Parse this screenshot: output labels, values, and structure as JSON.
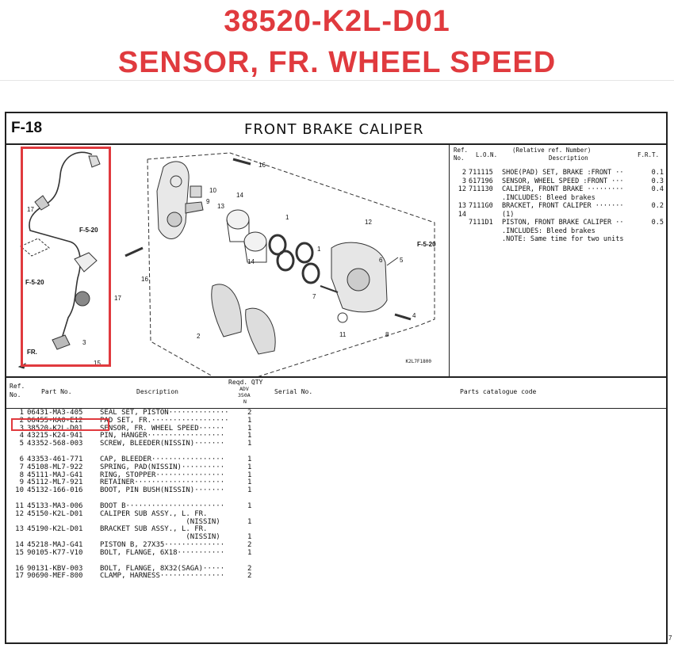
{
  "header": {
    "part_number": "38520-K2L-D01",
    "part_name": "SENSOR, FR. WHEEL SPEED"
  },
  "figure": {
    "number": "F-18",
    "title": "FRONT BRAKE CALIPER",
    "diagram_code": "K2L7F1800",
    "refs": {
      "f520a": "F-5-20",
      "f520b": "F-5-20",
      "f520c": "F-5-20",
      "fr": "FR.",
      "n1a": "1",
      "n1b": "1",
      "n2": "2",
      "n3": "3",
      "n4": "4",
      "n5": "5",
      "n6": "6",
      "n7": "7",
      "n8": "8",
      "n9": "9",
      "n10": "10",
      "n11": "11",
      "n12": "12",
      "n13": "13",
      "n14a": "14",
      "n14b": "14",
      "n15": "15",
      "n16a": "16",
      "n16b": "16",
      "n17a": "17",
      "n17b": "17"
    }
  },
  "lon_table": {
    "headers": {
      "ref": "Ref.",
      "no": "No.",
      "lon": "L.O.N.",
      "desc_top": "(Relative ref. Number)",
      "desc": "Description",
      "frt": "F.R.T."
    },
    "rows": [
      {
        "ref": "2",
        "lon": "711115",
        "desc": "SHOE(PAD) SET, BRAKE :FRONT ··",
        "frt": "0.1"
      },
      {
        "ref": "3",
        "lon": "617196",
        "desc": "SENSOR, WHEEL SPEED :FRONT ···",
        "frt": "0.3"
      },
      {
        "ref": "12",
        "lon": "711130",
        "desc": "CALIPER, FRONT BRAKE ·········",
        "frt": "0.4"
      },
      {
        "ref": "",
        "lon": "",
        "desc": ".INCLUDES: Bleed brakes",
        "frt": ""
      },
      {
        "ref": "13",
        "lon": "7111G0",
        "desc": "BRACKET, FRONT CALIPER ·······",
        "frt": "0.2"
      },
      {
        "ref": "14",
        "lon": "",
        "desc": "(1)",
        "frt": ""
      },
      {
        "ref": "",
        "lon": "7111D1",
        "desc": "PISTON, FRONT BRAKE CALIPER ··",
        "frt": "0.5"
      },
      {
        "ref": "",
        "lon": "",
        "desc": ".INCLUDES: Bleed brakes",
        "frt": ""
      },
      {
        "ref": "",
        "lon": "",
        "desc": ".NOTE: Same time for two units",
        "frt": ""
      }
    ]
  },
  "parts_table": {
    "headers": {
      "ref": "Ref.",
      "ref_no": "No.",
      "part_no": "Part No.",
      "description": "Description",
      "reqd_qty": "Reqd. QTY",
      "adv": "ADV",
      "model": "350A",
      "n": "N",
      "serial": "Serial No.",
      "catalogue": "Parts catalogue code"
    },
    "groups": [
      [
        {
          "ref": "1",
          "part_no": "06431-MA3-405",
          "desc": "SEAL SET, PISTON··············",
          "qty": "2"
        },
        {
          "ref": "2",
          "part_no": "06455-KA0-E12",
          "desc": "PAD SET, FR.··················",
          "qty": "1"
        },
        {
          "ref": "3",
          "part_no": "38520-K2L-D01",
          "desc": "SENSOR, FR. WHEEL SPEED······",
          "qty": "1"
        },
        {
          "ref": "4",
          "part_no": "43215-K24-941",
          "desc": "PIN, HANGER··················",
          "qty": "1"
        },
        {
          "ref": "5",
          "part_no": "43352-568-003",
          "desc": "SCREW, BLEEDER(NISSIN)·······",
          "qty": "1"
        }
      ],
      [
        {
          "ref": "6",
          "part_no": "43353-461-771",
          "desc": "CAP, BLEEDER·················",
          "qty": "1"
        },
        {
          "ref": "7",
          "part_no": "45108-ML7-922",
          "desc": "SPRING, PAD(NISSIN)··········",
          "qty": "1"
        },
        {
          "ref": "8",
          "part_no": "45111-MAJ-G41",
          "desc": "RING, STOPPER················",
          "qty": "1"
        },
        {
          "ref": "9",
          "part_no": "45112-ML7-921",
          "desc": "RETAINER·····················",
          "qty": "1"
        },
        {
          "ref": "10",
          "part_no": "45132-166-016",
          "desc": "BOOT, PIN BUSH(NISSIN)·······",
          "qty": "1"
        }
      ],
      [
        {
          "ref": "11",
          "part_no": "45133-MA3-006",
          "desc": "BOOT B·······················",
          "qty": "1"
        },
        {
          "ref": "12",
          "part_no": "45150-K2L-D01",
          "desc": "CALIPER SUB ASSY., L. FR.",
          "qty": ""
        },
        {
          "ref": "",
          "part_no": "",
          "desc": "                    (NISSIN)",
          "qty": "1"
        },
        {
          "ref": "13",
          "part_no": "45190-K2L-D01",
          "desc": "BRACKET SUB ASSY., L. FR.",
          "qty": ""
        },
        {
          "ref": "",
          "part_no": "",
          "desc": "                    (NISSIN)",
          "qty": "1"
        },
        {
          "ref": "14",
          "part_no": "45218-MAJ-G41",
          "desc": "PISTON B, 27X35··············",
          "qty": "2"
        },
        {
          "ref": "15",
          "part_no": "90105-K77-V10",
          "desc": "BOLT, FLANGE, 6X18···········",
          "qty": "1"
        }
      ],
      [
        {
          "ref": "16",
          "part_no": "90131-KBV-003",
          "desc": "BOLT, FLANGE, 8X32(SAGA)·····",
          "qty": "2"
        },
        {
          "ref": "17",
          "part_no": "90690-MEF-800",
          "desc": "CLAMP, HARNESS···············",
          "qty": "2"
        }
      ]
    ]
  },
  "footer": {
    "page_mark": "7"
  }
}
